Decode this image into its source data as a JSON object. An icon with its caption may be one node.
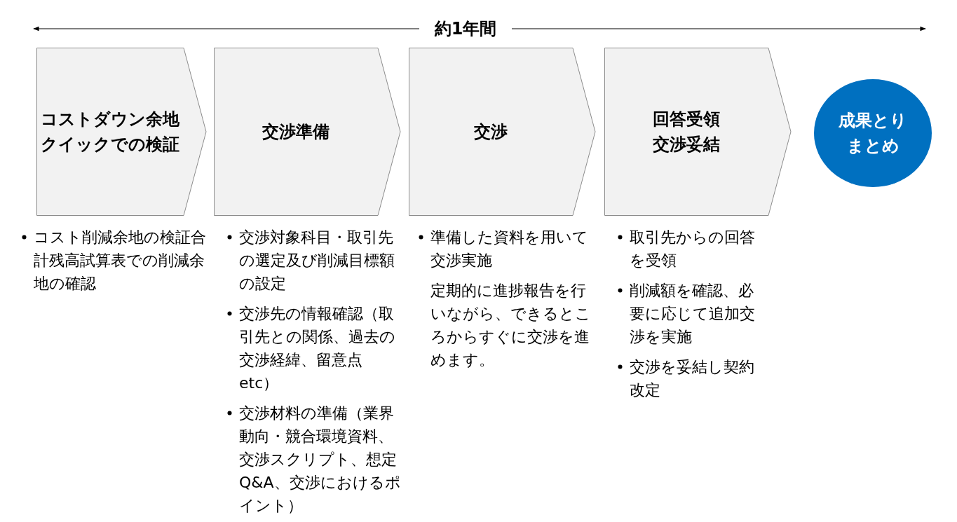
{
  "diagram": {
    "nodes": [
      {
        "text": [
          "コストダウン余地クイックでの検証"
        ],
        "beside": [
          "コスト削減余地の検証合計残高試算表での削減余地の確認"
        ]
      },
      {
        "text": [
          "交渉準備"
        ],
        "beside": [
          "交渉対象科目・取引先の選定及び削減目標額の設定",
          "交渉先の情報確認（取引先との関係、過去の交渉経緯、留意点etc）",
          "交渉材料の準備（業界動向・競合環境資料、交渉スクリプト、想定Q&A、交渉におけるポイント）"
        ]
      },
      {
        "text": [
          "交渉"
        ],
        "beside": [
          "準備した資料を用いて交渉実施",
          "定期的に進捗報告を行いながら、できるところからすぐに交渉を進めます。"
        ]
      },
      {
        "text": [
          "回答受領交渉妥結"
        ],
        "beside": [
          "取引先からの回答を受領",
          "削減額を確認、必要に応じて追加交渉を実施",
          "交渉を妥結し契約改定"
        ]
      },
      {
        "text": [
          "成果とりまとめ"
        ]
      }
    ],
    "edges": [],
    "labels": [
      "約1年間"
    ]
  }
}
